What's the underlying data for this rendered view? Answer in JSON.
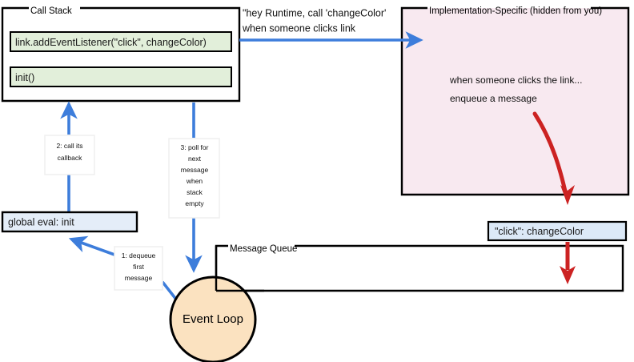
{
  "colors": {
    "stroke_black": "#000000",
    "blue_arrow": "#3d7ddb",
    "red_arrow": "#cc2222",
    "stack_frame_fill": "#e2efda",
    "impl_fill": "#f8e9f0",
    "queue_msg_fill": "#dce9f7",
    "global_eval_fill": "#e4edf8",
    "event_loop_fill": "#fbe2c0",
    "note_border": "#efefef"
  },
  "groups": {
    "call_stack": {
      "label": "Call Stack"
    },
    "implementation": {
      "label": "Implementation-Specific (hidden from you)"
    },
    "message_queue": {
      "label": "Message Queue"
    }
  },
  "call_stack": {
    "frames": [
      {
        "label": "link.addEventListener(\"click\", changeColor)"
      },
      {
        "label": "init()"
      }
    ]
  },
  "annotations": {
    "runtime_call_line1": "\"hey Runtime, call 'changeColor'",
    "runtime_call_line2": "when someone clicks link",
    "impl_line1": "when someone clicks the link...",
    "impl_line2": "enqueue a message"
  },
  "notes": [
    {
      "name": "note-call-callback",
      "lines": [
        "2: call its",
        "callback"
      ]
    },
    {
      "name": "note-poll-next",
      "lines": [
        "3: poll for",
        "next",
        "message",
        "when",
        "stack",
        "empty"
      ]
    },
    {
      "name": "note-dequeue-first",
      "lines": [
        "1: dequeue",
        "first",
        "message"
      ]
    }
  ],
  "boxes": {
    "global_eval": {
      "label": "global eval: init"
    },
    "queued_message": {
      "label": "\"click\": changeColor"
    }
  },
  "event_loop": {
    "label": "Event Loop"
  }
}
